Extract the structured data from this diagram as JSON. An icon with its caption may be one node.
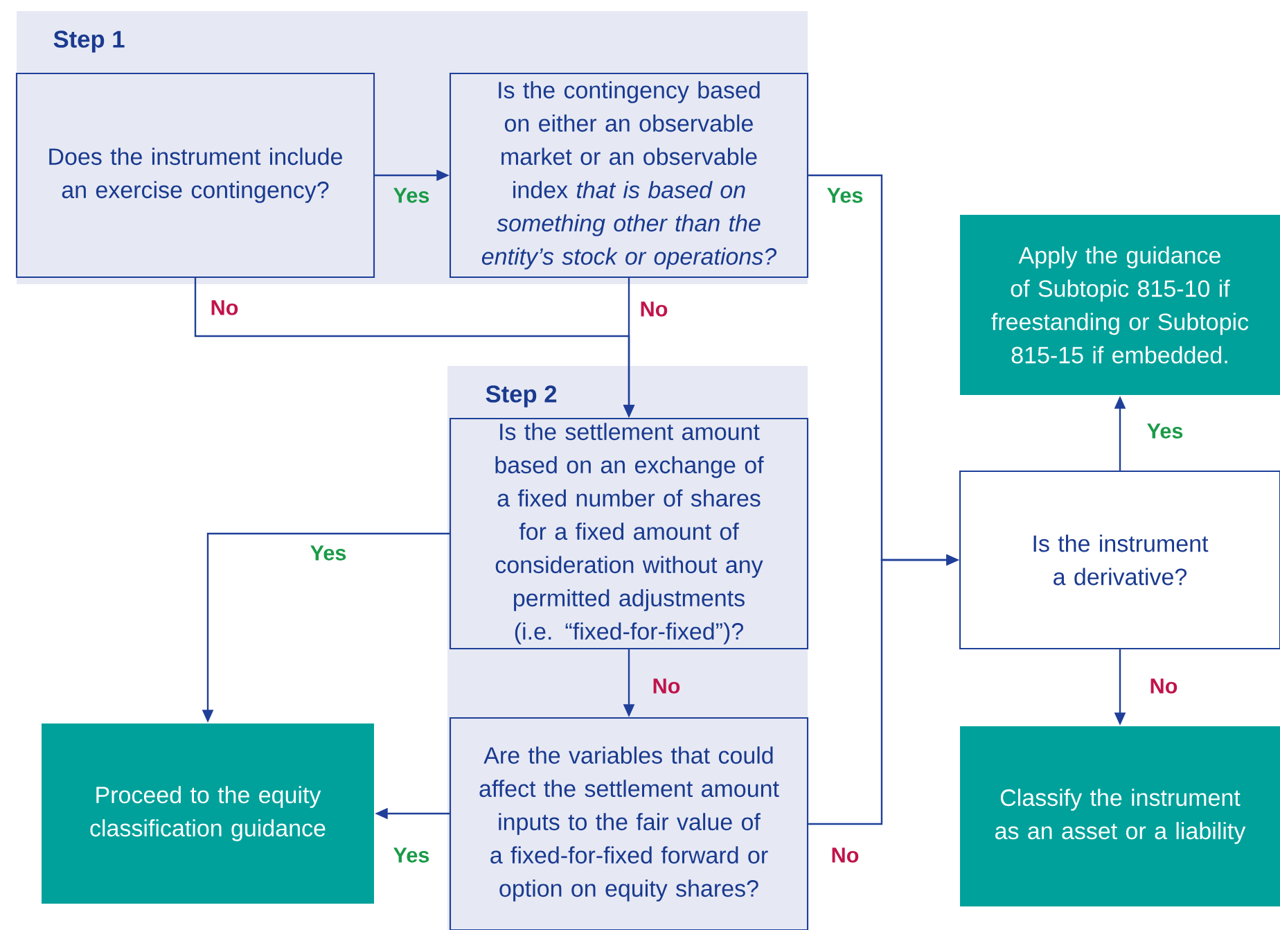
{
  "diagram": {
    "nodes": [
      {
        "text": [
          "Step 1"
        ]
      },
      {
        "text": [
          "Does the instrument include an exercise contingency?"
        ],
        "in": 0
      },
      {
        "text": [
          "Is the contingency based on either an observable market or an observable index *that is based on something other than the entity’s stock or operations?*"
        ],
        "in": 0
      },
      {
        "text": [
          "Step 2"
        ]
      },
      {
        "text": [
          "Is the settlement amount based on an exchange of a fixed number of shares for a fixed amount of consideration without any permitted adjustments (i.e. “fixed-for-fixed”)?"
        ],
        "in": 3
      },
      {
        "text": [
          "Are the variables that could affect the settlement amount inputs to the fair value of a fixed-for-fixed forward or option on equity shares?"
        ],
        "in": 3
      },
      {
        "text": [
          "Proceed to the equity classification guidance"
        ]
      },
      {
        "text": [
          "Apply the guidance of Subtopic 815-10 if freestanding or Subtopic 815-15 if embedded."
        ]
      },
      {
        "text": [
          "Is the instrument a derivative?"
        ]
      },
      {
        "text": [
          "Classify the instrument as an asset or a liability"
        ]
      }
    ],
    "edges": [
      {
        "from": 1,
        "to": 2,
        "arrow": "to",
        "label": "Yes"
      },
      {
        "from": 1,
        "to": 4,
        "arrow": "to",
        "label": "No"
      },
      {
        "from": 2,
        "to": 4,
        "arrow": "to",
        "label": "No"
      },
      {
        "from": 2,
        "to": 8,
        "arrow": "to",
        "label": "Yes"
      },
      {
        "from": 4,
        "to": 6,
        "arrow": "to",
        "label": "Yes"
      },
      {
        "from": 4,
        "to": 5,
        "arrow": "to",
        "label": "No"
      },
      {
        "from": 5,
        "to": 6,
        "arrow": "to",
        "label": "Yes"
      },
      {
        "from": 5,
        "to": 8,
        "arrow": "to",
        "label": "No"
      },
      {
        "from": 8,
        "to": 7,
        "arrow": "to",
        "label": "Yes"
      },
      {
        "from": 8,
        "to": 9,
        "arrow": "to",
        "label": "No"
      }
    ]
  }
}
